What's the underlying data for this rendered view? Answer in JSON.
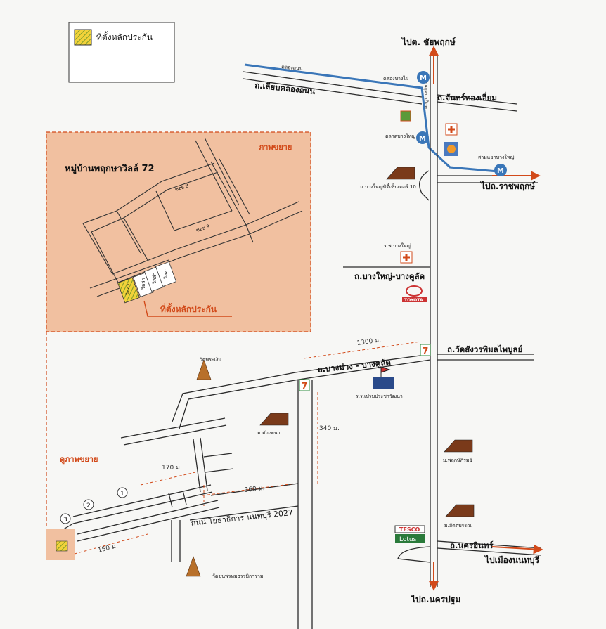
{
  "legend": {
    "title": "ที่ตั้งหลักประกัน"
  },
  "inset": {
    "title": "หมู่บ้านพฤกษาวิลล์ 72",
    "tag": "ภาพขยาย",
    "pin_label": "ที่ตั้งหลักประกัน",
    "soi_a": "ซอย 8",
    "soi_b": "ซอย 9",
    "lot_labels": [
      "วิลล่า",
      "วิลล่า",
      "วิลล่า",
      "วิลล่า"
    ]
  },
  "roads": {
    "khlong": "คลองถนน",
    "liap_khlong": "ถ.เลียบคลองถนน",
    "chan_thong": "ถ.จันทร์ทองเอี่ยม",
    "kanchana": "ถ.กาญจนาภิเษก",
    "bangyai_bangkulat": "ถ.บางใหญ่-บางคูลัด",
    "wat_sangwon": "ถ.วัดสังวรพิมลไพบูลย์",
    "bangmuang": "ถ.บางม่วง - บางคูลัด",
    "yotha": "ถนน โยธาธิการ นนทบุรี 2027",
    "nakhon_in": "ถ.นครอินทร์"
  },
  "destinations": {
    "north": "ไปต. ชัยพฤกษ์",
    "east": "ไปถ.ราชพฤกษ์",
    "southeast": "ไปเมืองนนทบุรี",
    "south": "ไปถ.นครปฐม"
  },
  "landmarks": {
    "m_station": "คลองบางไผ่",
    "market": "ตลาดบางใหญ่",
    "central": "สามแยกบางใหญ่",
    "city_village": "ม.บางใหญ่ซิตี้เซ็นเตอร์ 10",
    "hospital": "ร.พ.บางใหญ่",
    "toyota": "TOYOTA",
    "wat_phra_ngoen": "วัดพระเงิน",
    "school": "ร.ร.เปรมประชาวัฒนา",
    "m_manthana": "ม.มัณฑนา",
    "m_phruksa": "ม.พฤกษ์ภิรมย์",
    "m_sattaban": "ม.สัตตบรรณ",
    "wat_khun": "วัดขุนพรหมธรรมิการาม",
    "tesco_top": "TESCO",
    "tesco_bottom": "Lotus",
    "seven": "7",
    "seven_b": "7"
  },
  "distances": {
    "d1300": "1300 ม.",
    "d340": "340 ม.",
    "d170": "170 ม.",
    "d360": "360 ม.",
    "d150": "150 ม."
  },
  "area_tag": "ดูภาพขยาย",
  "markers": [
    "1",
    "2",
    "3"
  ],
  "colors": {
    "inset_fill": "#f1c0a0",
    "accent": "#d24a1a",
    "canal": "#3a76b8",
    "road": "#2b2b2b"
  }
}
